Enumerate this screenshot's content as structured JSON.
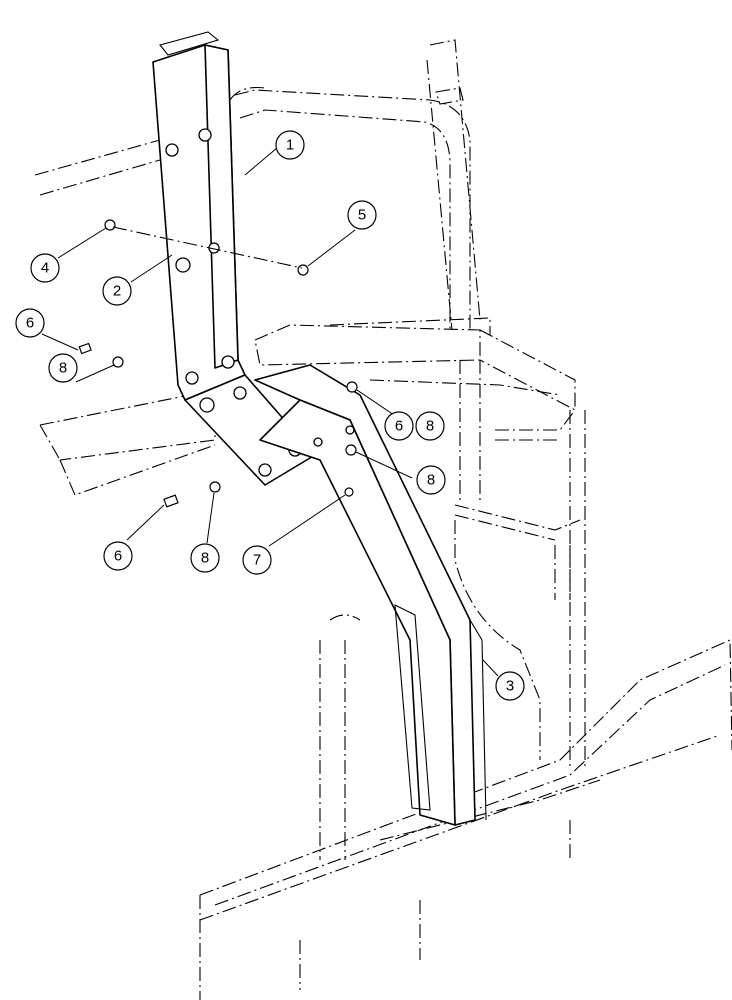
{
  "diagram": {
    "callouts": [
      {
        "id": "c1",
        "label": "1"
      },
      {
        "id": "c2",
        "label": "2"
      },
      {
        "id": "c3",
        "label": "3"
      },
      {
        "id": "c4",
        "label": "4"
      },
      {
        "id": "c5",
        "label": "5"
      },
      {
        "id": "c6a",
        "label": "6"
      },
      {
        "id": "c8a",
        "label": "8"
      },
      {
        "id": "c6b",
        "label": "6"
      },
      {
        "id": "c8b",
        "label": "8"
      },
      {
        "id": "c8c",
        "label": "8"
      },
      {
        "id": "c6c",
        "label": "6"
      },
      {
        "id": "c8d",
        "label": "8"
      },
      {
        "id": "c7",
        "label": "7"
      }
    ]
  }
}
